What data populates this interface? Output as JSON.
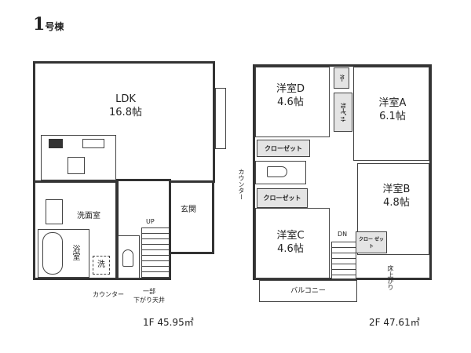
{
  "title": {
    "number": "1",
    "suffix": "号棟"
  },
  "floor1": {
    "area_label": "1F  45.95㎡",
    "rooms": {
      "ldk": "LDK",
      "ldk_size": "16.8帖",
      "washroom": "洗面室",
      "bath": "浴室",
      "genkan": "玄関",
      "laundry": "洗",
      "up": "UP"
    },
    "notes": {
      "counter": "カウンター",
      "ceiling_line1": "一部",
      "ceiling_line2": "下がり天井"
    }
  },
  "floor2": {
    "area_label": "2F  47.61㎡",
    "rooms": {
      "a": "洋室A",
      "a_size": "6.1帖",
      "b": "洋室B",
      "b_size": "4.8帖",
      "c": "洋室C",
      "c_size": "4.6帖",
      "d": "洋室D",
      "d_size": "4.6帖",
      "closet": "クローゼット",
      "closet_short": "クロー ゼット",
      "balcony": "バルコニー",
      "dn": "DN"
    },
    "notes": {
      "counter": "カウンター",
      "raised_floor": "床上がり"
    }
  }
}
